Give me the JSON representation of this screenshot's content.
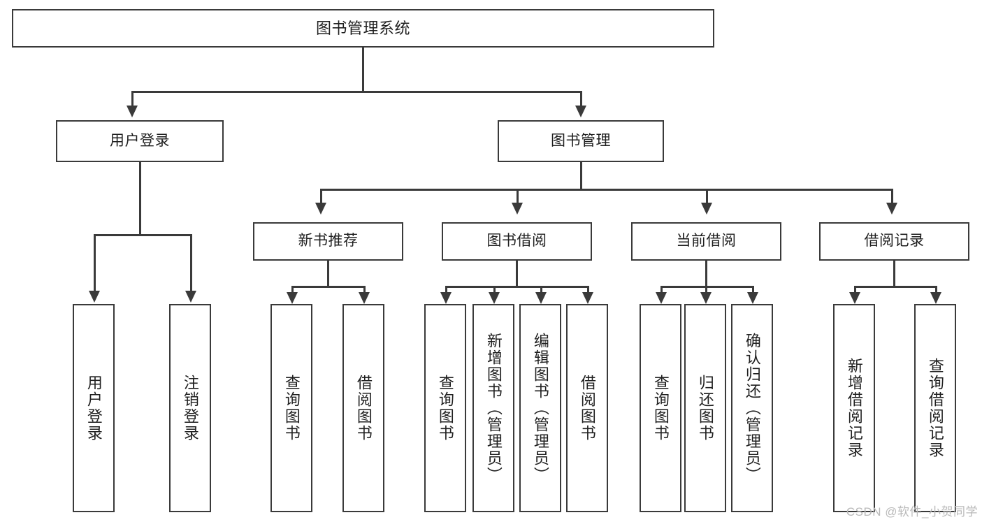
{
  "diagram": {
    "type": "tree-hierarchy-chart",
    "title": "图书管理系统",
    "watermark": "CSDN @软件_小贺同学",
    "levels": {
      "root": {
        "label": "图书管理系统"
      },
      "level2": [
        {
          "label": "用户登录"
        },
        {
          "label": "图书管理"
        }
      ],
      "level3": [
        {
          "label": "新书推荐"
        },
        {
          "label": "图书借阅"
        },
        {
          "label": "当前借阅"
        },
        {
          "label": "借阅记录"
        }
      ],
      "leaves": {
        "user_login": [
          {
            "label": "用户登录"
          },
          {
            "label": "注销登录"
          }
        ],
        "new_book_recommend": [
          {
            "label": "查询图书"
          },
          {
            "label": "借阅图书"
          }
        ],
        "book_borrow": [
          {
            "label": "查询图书"
          },
          {
            "label": "新增图书（管理员）"
          },
          {
            "label": "编辑图书（管理员）"
          },
          {
            "label": "借阅图书"
          }
        ],
        "current_borrow": [
          {
            "label": "查询图书"
          },
          {
            "label": "归还图书"
          },
          {
            "label": "确认归还（管理员）"
          }
        ],
        "borrow_record": [
          {
            "label": "新增借阅记录"
          },
          {
            "label": "查询借阅记录"
          }
        ]
      }
    },
    "colors": {
      "stroke": "#3a3a3a",
      "background": "#ffffff",
      "text": "#1f1f1f",
      "watermark": "#b9b9b9"
    }
  }
}
